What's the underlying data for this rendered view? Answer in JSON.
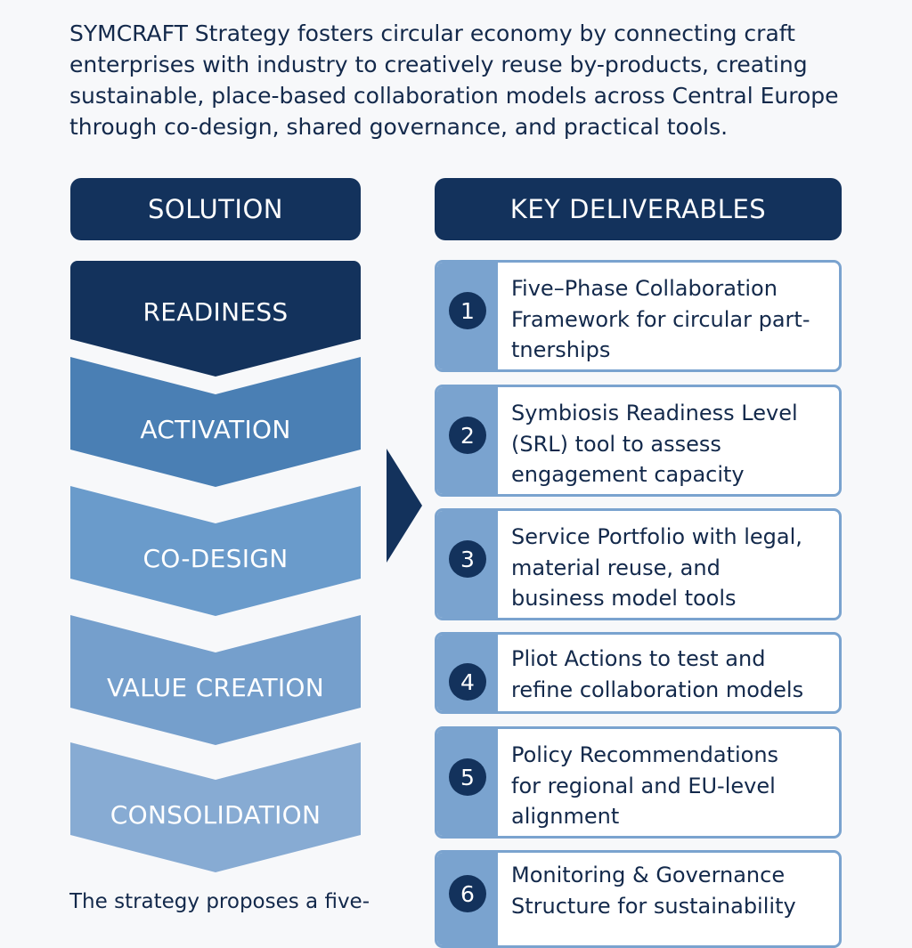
{
  "intro": {
    "line1": "SYMCRAFT Strategy fosters circular economy by connecting craft",
    "line2": "enterprises with industry to creatively reuse by-products, creating",
    "line3": "sustainable, place-based collaboration models across Central Europe",
    "line4": "through co-design, shared governance, and practical tools."
  },
  "headers": {
    "solution": "SOLUTION",
    "deliverables": "KEY DELIVERABLES"
  },
  "phases": [
    {
      "label": "READINESS",
      "color": "#13325c"
    },
    {
      "label": "ACTIVATION",
      "color": "#4a7fb4"
    },
    {
      "label": "CO-DESIGN",
      "color": "#6a9bcb"
    },
    {
      "label": "VALUE CREATION",
      "color": "#759fcc"
    },
    {
      "label": "CONSOLIDATION",
      "color": "#87abd3"
    }
  ],
  "deliverables": [
    {
      "number": "1",
      "lines": [
        "Five–Phase Collaboration",
        "Framework for circular part-",
        "tnerships"
      ]
    },
    {
      "number": "2",
      "lines": [
        "Symbiosis Readiness Level",
        "(SRL) tool to assess",
        "engagement capacity"
      ]
    },
    {
      "number": "3",
      "lines": [
        "Service Portfolio with legal,",
        "material reuse, and",
        "business model tools"
      ]
    },
    {
      "number": "4",
      "lines": [
        "Pliot Actions to test and",
        "refine collaboration models"
      ]
    },
    {
      "number": "5",
      "lines": [
        "Policy Recommendations",
        "for regional and EU-level",
        "alignment"
      ]
    },
    {
      "number": "6",
      "lines": [
        "Monitoring & Governance",
        "Structure for sustainability"
      ]
    }
  ],
  "footnote": "The strategy proposes a five-",
  "colors": {
    "navy": "#13325c",
    "card_border": "#7aa3cf",
    "background": "#f7f8fa"
  }
}
